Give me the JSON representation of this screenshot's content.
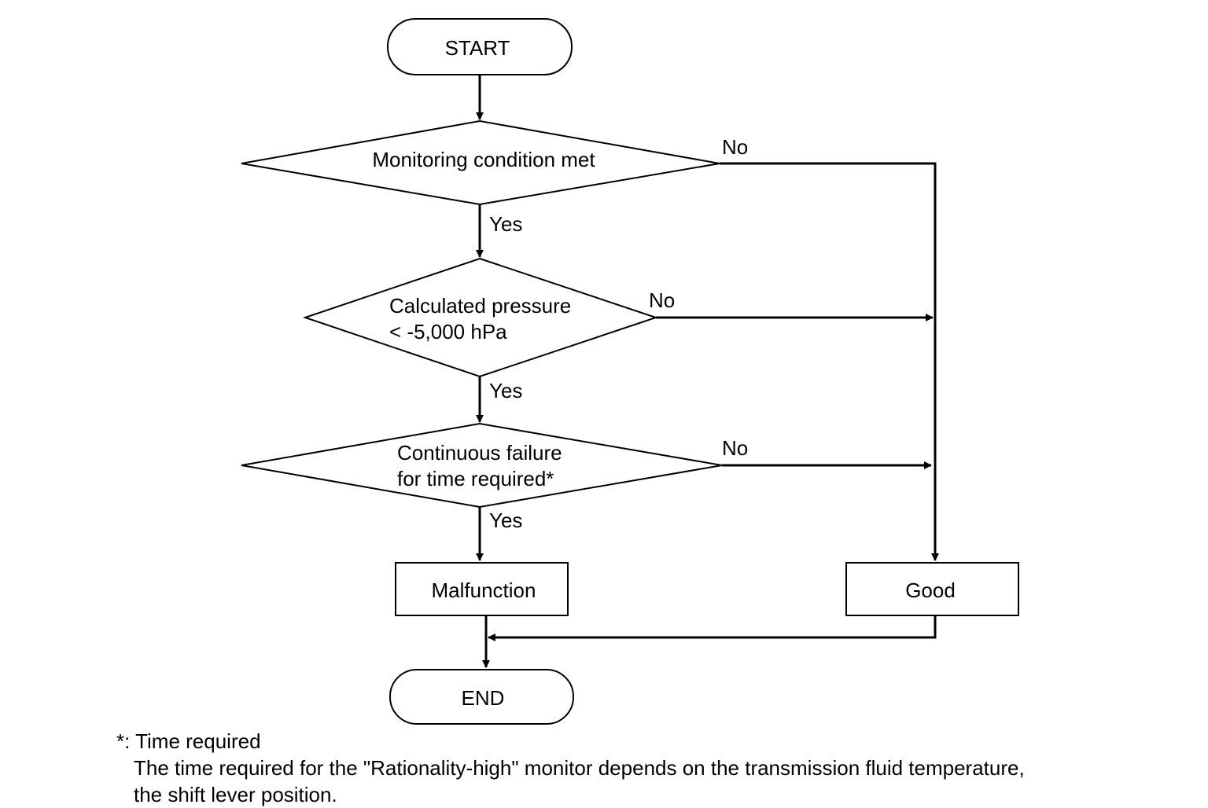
{
  "nodes": {
    "start": "START",
    "decision_monitoring": "Monitoring condition met",
    "decision_pressure_line1": "Calculated pressure",
    "decision_pressure_line2": "< -5,000 hPa",
    "decision_failure_line1": "Continuous failure",
    "decision_failure_line2": "for time required*",
    "malfunction": "Malfunction",
    "good": "Good",
    "end": "END"
  },
  "edge_labels": {
    "monitoring_no": "No",
    "monitoring_yes": "Yes",
    "pressure_no": "No",
    "pressure_yes": "Yes",
    "failure_no": "No",
    "failure_yes": "Yes"
  },
  "footnote": {
    "marker": "*: Time required",
    "line1": "The time required for the \"Rationality-high\" monitor depends on the transmission fluid temperature,",
    "line2": "the shift lever position."
  }
}
